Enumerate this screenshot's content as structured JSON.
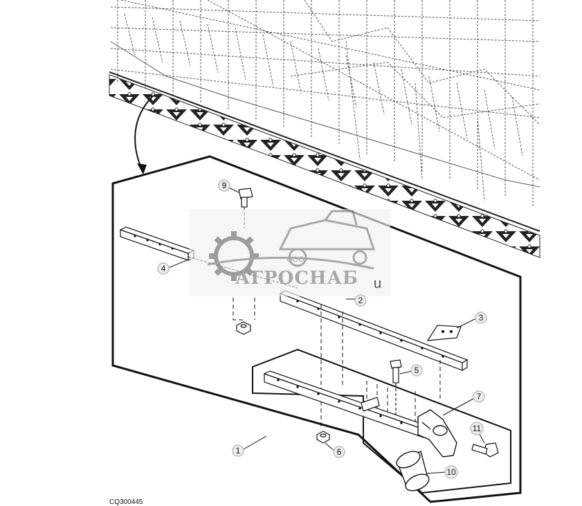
{
  "figure_id": "CQ300445",
  "watermark": {
    "company_prefix": "ООО",
    "company_name": "АГРОСНАБ",
    "suffix": "u"
  },
  "callouts": [
    {
      "id": "1",
      "label": "1"
    },
    {
      "id": "2",
      "label": "2"
    },
    {
      "id": "3",
      "label": "3"
    },
    {
      "id": "4",
      "label": "4"
    },
    {
      "id": "5",
      "label": "5"
    },
    {
      "id": "6",
      "label": "6"
    },
    {
      "id": "7",
      "label": "7"
    },
    {
      "id": "9",
      "label": "9"
    },
    {
      "id": "10",
      "label": "10"
    },
    {
      "id": "11",
      "label": "11"
    }
  ]
}
